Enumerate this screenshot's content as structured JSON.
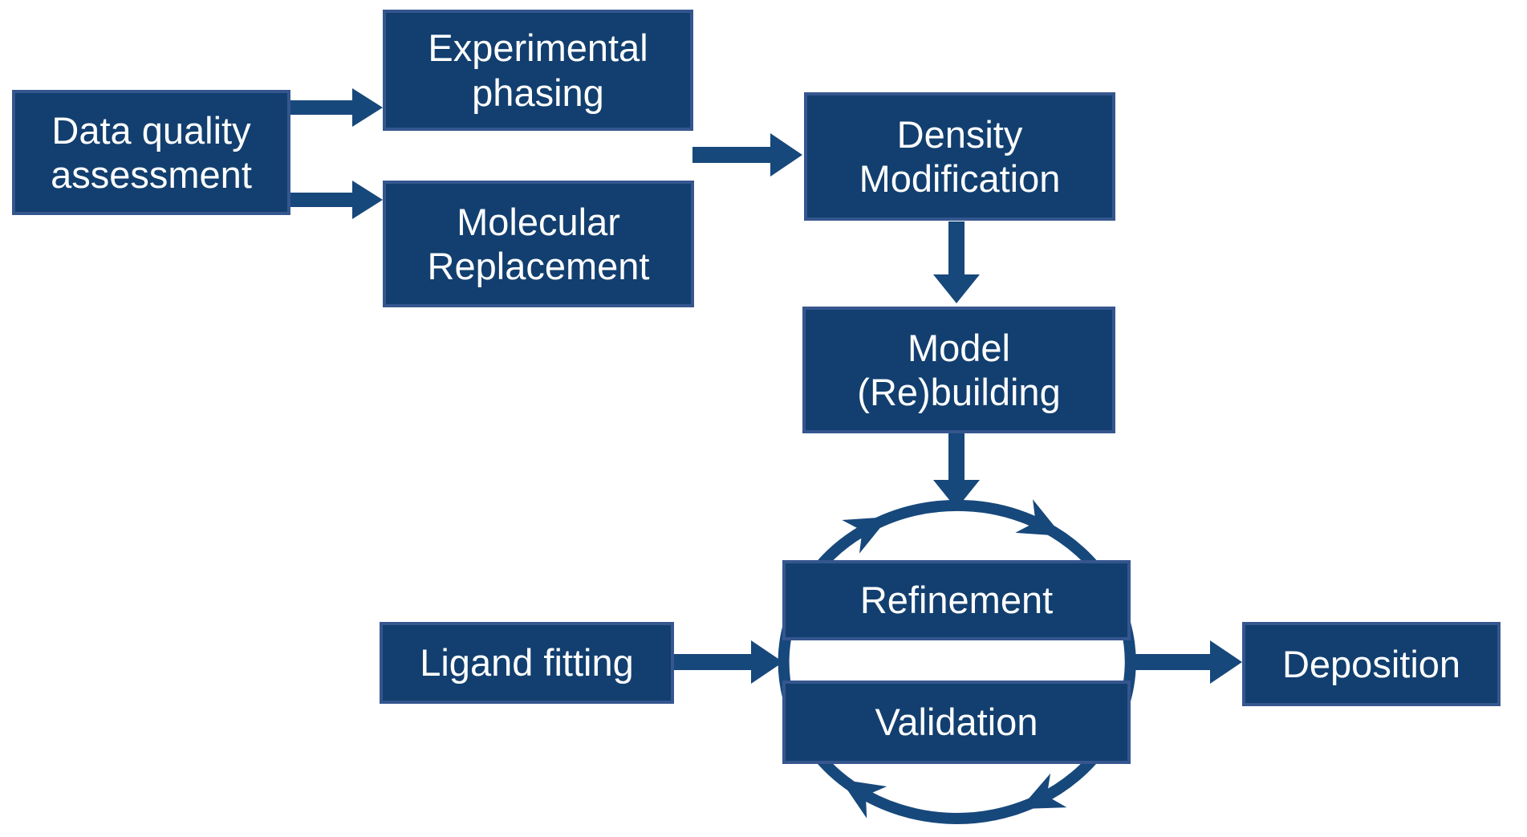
{
  "colors": {
    "background": "#ffffff",
    "box_fill": "#123F6F",
    "box_border": "#35568F",
    "arrow": "#17487B",
    "text": "#ffffff"
  },
  "diagram": {
    "type": "flowchart",
    "description": "Crystallographic structure solution workflow",
    "cycle": {
      "members": [
        "Refinement",
        "Validation"
      ],
      "direction": "clockwise",
      "arrowhead_count": 4
    },
    "edges": [
      {
        "from": "data_quality_assessment",
        "to": "experimental_phasing"
      },
      {
        "from": "data_quality_assessment",
        "to": "molecular_replacement"
      },
      {
        "from": "experimental_phasing_or_molecular_replacement",
        "to": "density_modification"
      },
      {
        "from": "density_modification",
        "to": "model_rebuilding"
      },
      {
        "from": "model_rebuilding",
        "to": "refinement_validation_cycle"
      },
      {
        "from": "ligand_fitting",
        "to": "refinement_validation_cycle"
      },
      {
        "from": "refinement_validation_cycle",
        "to": "deposition"
      }
    ]
  },
  "nodes": {
    "data_quality_assessment": {
      "line1": "Data quality",
      "line2": "assessment"
    },
    "experimental_phasing": {
      "line1": "Experimental",
      "line2": "phasing"
    },
    "molecular_replacement": {
      "line1": "Molecular",
      "line2": "Replacement"
    },
    "density_modification": {
      "line1": "Density",
      "line2": "Modification"
    },
    "model_rebuilding": {
      "line1": "Model",
      "line2": "(Re)building"
    },
    "refinement": {
      "line1": "Refinement"
    },
    "validation": {
      "line1": "Validation"
    },
    "ligand_fitting": {
      "line1": "Ligand fitting"
    },
    "deposition": {
      "line1": "Deposition"
    }
  }
}
